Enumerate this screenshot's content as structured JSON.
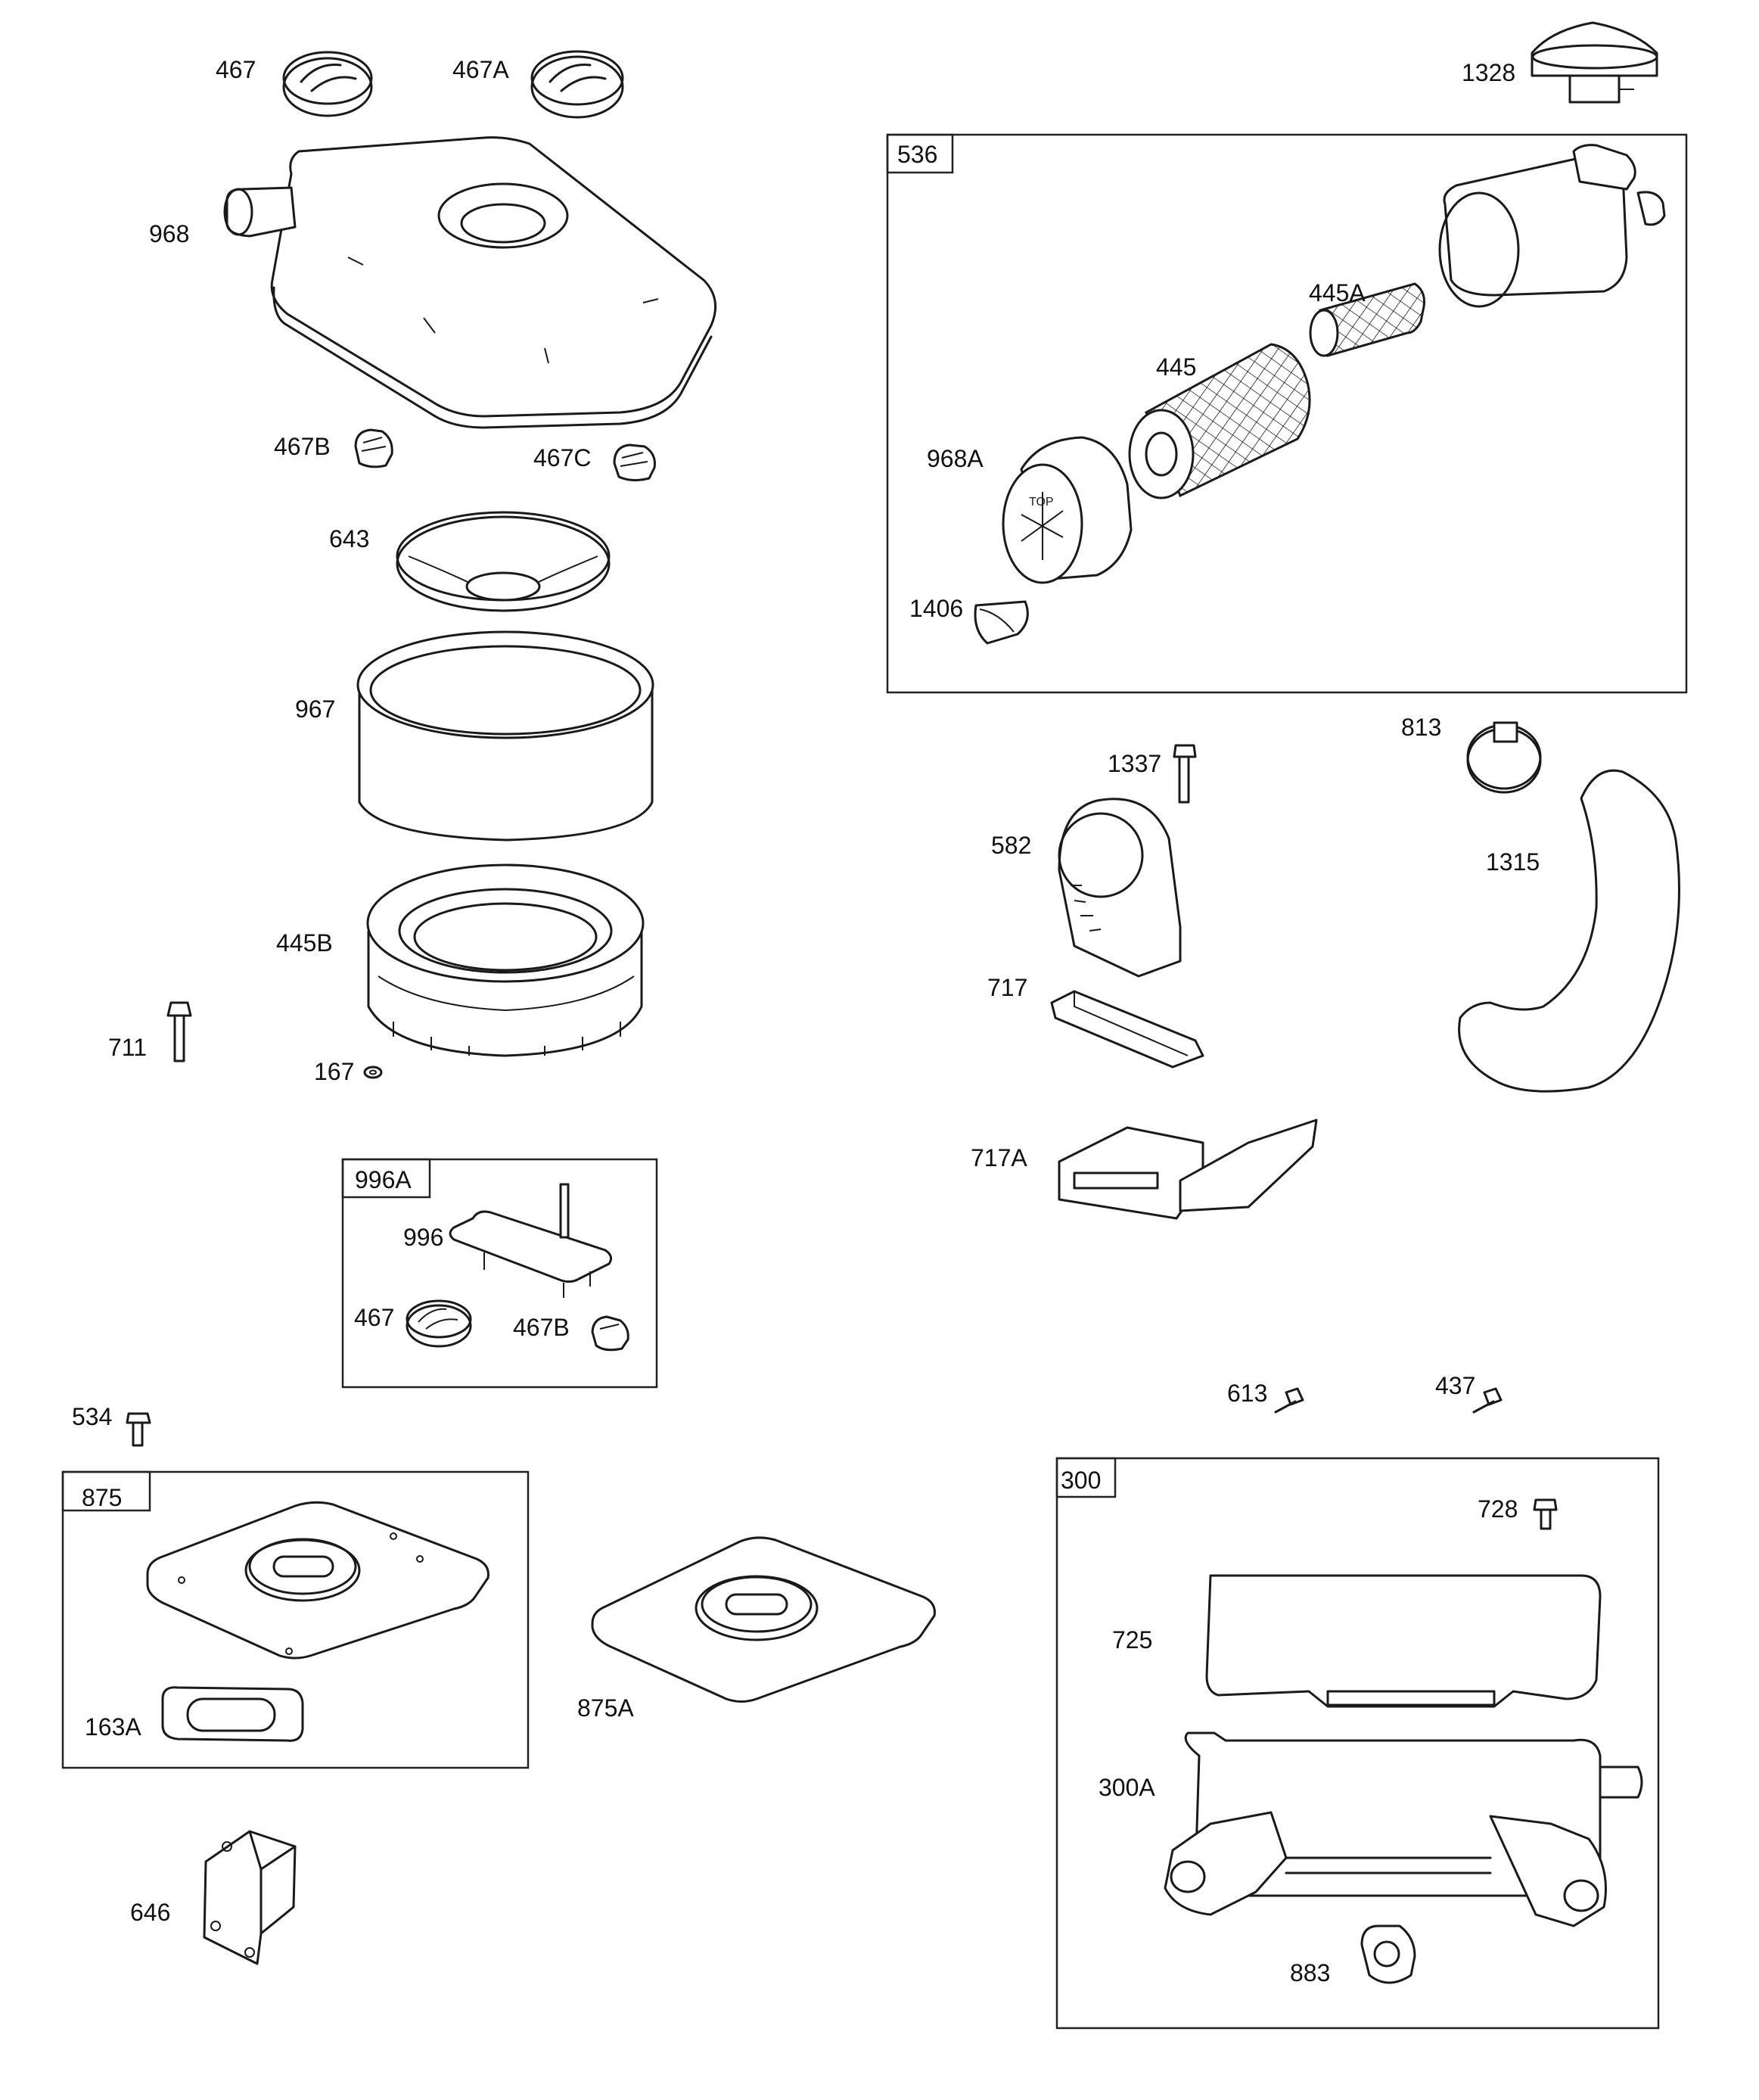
{
  "callouts": {
    "p467": "467",
    "p467a": "467A",
    "p1328": "1328",
    "p536": "536",
    "p968": "968",
    "p445a": "445A",
    "p445": "445",
    "p968a": "968A",
    "p467b": "467B",
    "p467c": "467C",
    "p643": "643",
    "p1406": "1406",
    "p967": "967",
    "p813": "813",
    "p1337": "1337",
    "p1315": "1315",
    "p582": "582",
    "p445b": "445B",
    "p717": "717",
    "p711": "711",
    "p167": "167",
    "p717a": "717A",
    "p996a": "996A",
    "p996": "996",
    "p467_kit": "467",
    "p467b_kit": "467B",
    "p613": "613",
    "p437": "437",
    "p534": "534",
    "p300": "300",
    "p875": "875",
    "p728": "728",
    "p725": "725",
    "p163a": "163A",
    "p875a": "875A",
    "p300a": "300A",
    "p646": "646",
    "p883": "883"
  },
  "kit_boxes": [
    "536",
    "996A",
    "875",
    "300"
  ],
  "colors": {
    "line": "#1a1a1a",
    "background": "#ffffff"
  },
  "icons": [
    "air-filter-cover",
    "filter-element",
    "muffler",
    "gasket",
    "bolt",
    "clamp",
    "hose",
    "bracket"
  ]
}
